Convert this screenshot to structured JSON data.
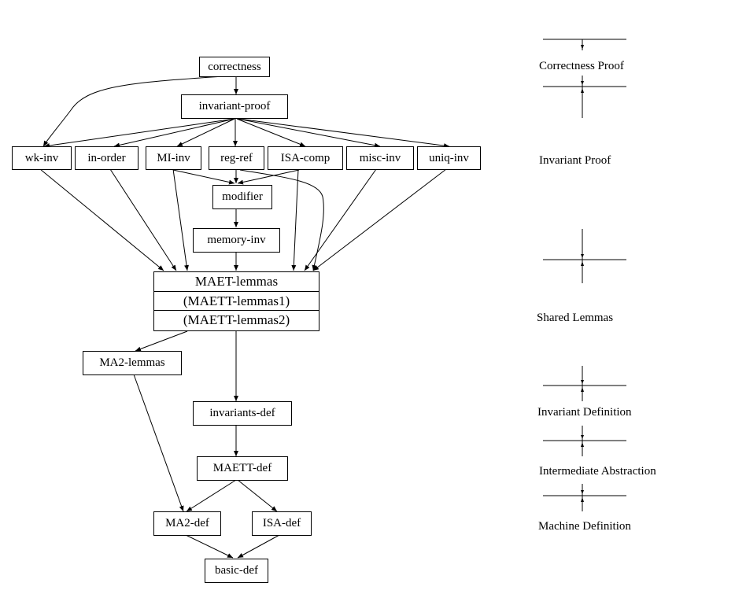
{
  "diagram": {
    "nodes": {
      "correctness": "correctness",
      "invariant_proof": "invariant-proof",
      "wk_inv": "wk-inv",
      "in_order": "in-order",
      "mi_inv": "MI-inv",
      "reg_ref": "reg-ref",
      "isa_comp": "ISA-comp",
      "misc_inv": "misc-inv",
      "uniq_inv": "uniq-inv",
      "modifier": "modifier",
      "memory_inv": "memory-inv",
      "maet_lemmas": [
        "MAET-lemmas",
        "(MAETT-lemmas1)",
        "(MAETT-lemmas2)"
      ],
      "ma2_lemmas": "MA2-lemmas",
      "invariants_def": "invariants-def",
      "maett_def": "MAETT-def",
      "ma2_def": "MA2-def",
      "isa_def": "ISA-def",
      "basic_def": "basic-def"
    },
    "edges": [
      [
        "correctness",
        "invariant_proof"
      ],
      [
        "correctness",
        "wk_inv"
      ],
      [
        "invariant_proof",
        "wk_inv"
      ],
      [
        "invariant_proof",
        "in_order"
      ],
      [
        "invariant_proof",
        "mi_inv"
      ],
      [
        "invariant_proof",
        "reg_ref"
      ],
      [
        "invariant_proof",
        "isa_comp"
      ],
      [
        "invariant_proof",
        "misc_inv"
      ],
      [
        "invariant_proof",
        "uniq_inv"
      ],
      [
        "wk_inv",
        "maet_lemmas"
      ],
      [
        "in_order",
        "maet_lemmas"
      ],
      [
        "mi_inv",
        "maet_lemmas"
      ],
      [
        "mi_inv",
        "modifier"
      ],
      [
        "reg_ref",
        "modifier"
      ],
      [
        "reg_ref",
        "maet_lemmas"
      ],
      [
        "isa_comp",
        "modifier"
      ],
      [
        "isa_comp",
        "maet_lemmas"
      ],
      [
        "misc_inv",
        "maet_lemmas"
      ],
      [
        "uniq_inv",
        "maet_lemmas"
      ],
      [
        "modifier",
        "memory_inv"
      ],
      [
        "memory_inv",
        "maet_lemmas"
      ],
      [
        "maet_lemmas",
        "ma2_lemmas"
      ],
      [
        "maet_lemmas",
        "invariants_def"
      ],
      [
        "ma2_lemmas",
        "ma2_def"
      ],
      [
        "invariants_def",
        "maett_def"
      ],
      [
        "maett_def",
        "ma2_def"
      ],
      [
        "maett_def",
        "isa_def"
      ],
      [
        "ma2_def",
        "basic_def"
      ],
      [
        "isa_def",
        "basic_def"
      ]
    ]
  },
  "legend": {
    "items": [
      "Correctness Proof",
      "Invariant Proof",
      "Shared Lemmas",
      "Invariant Definition",
      "Intermediate Abstraction",
      "Machine Definition"
    ]
  }
}
